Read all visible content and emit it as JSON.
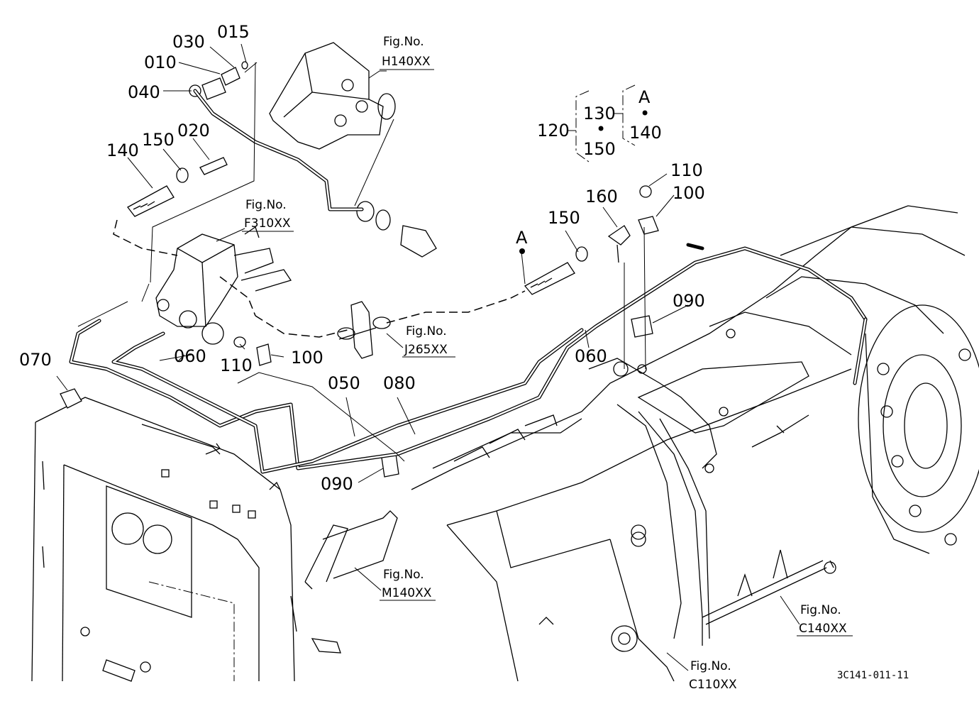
{
  "part_labels": {
    "p015": "015",
    "p030": "030",
    "p010": "010",
    "p040": "040",
    "p140a": "140",
    "p150a": "150",
    "p020": "020",
    "p070": "070",
    "p060a": "060",
    "p110a": "110",
    "p100a": "100",
    "p050": "050",
    "p080": "080",
    "p090a": "090",
    "pA": "A",
    "p150b": "150",
    "p160": "160",
    "p110b": "110",
    "p100b": "100",
    "p090b": "090",
    "p060b": "060"
  },
  "legend": {
    "main": "120",
    "g1_top": "130",
    "g1_bottom": "150",
    "g2_top": "A",
    "g2_bottom": "140",
    "dot": "•"
  },
  "fig_refs": {
    "h140": {
      "heading": "Fig.No.",
      "code": "H140XX"
    },
    "f310": {
      "heading": "Fig.No.",
      "code": "F310XX"
    },
    "j265": {
      "heading": "Fig.No.",
      "code": "J265XX"
    },
    "m140": {
      "heading": "Fig.No.",
      "code": "M140XX"
    },
    "c140": {
      "heading": "Fig.No.",
      "code": "C140XX"
    },
    "c110": {
      "heading": "Fig.No.",
      "code": "C110XX"
    }
  },
  "drawing_code": "3C141-011-11"
}
